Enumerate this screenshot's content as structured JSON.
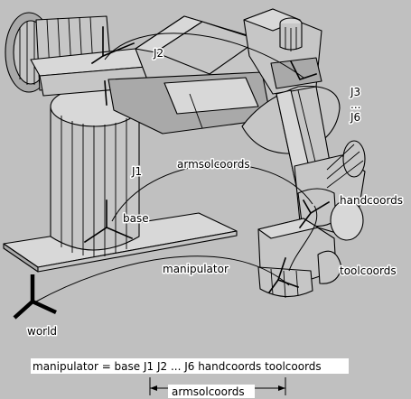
{
  "labels": {
    "j2": "J2",
    "j3": "J3",
    "dots": "...",
    "j6": "J6",
    "j1": "J1",
    "armsolcoords": "armsolcoords",
    "handcoords": "handcoords",
    "base": "base",
    "manipulator": "manipulator",
    "toolcoords": "toolcoords",
    "world": "world"
  },
  "equation": {
    "text": "manipulator = base J1 J2 ... J6 handcoords toolcoords",
    "bracket_label": "armsolcoords"
  }
}
